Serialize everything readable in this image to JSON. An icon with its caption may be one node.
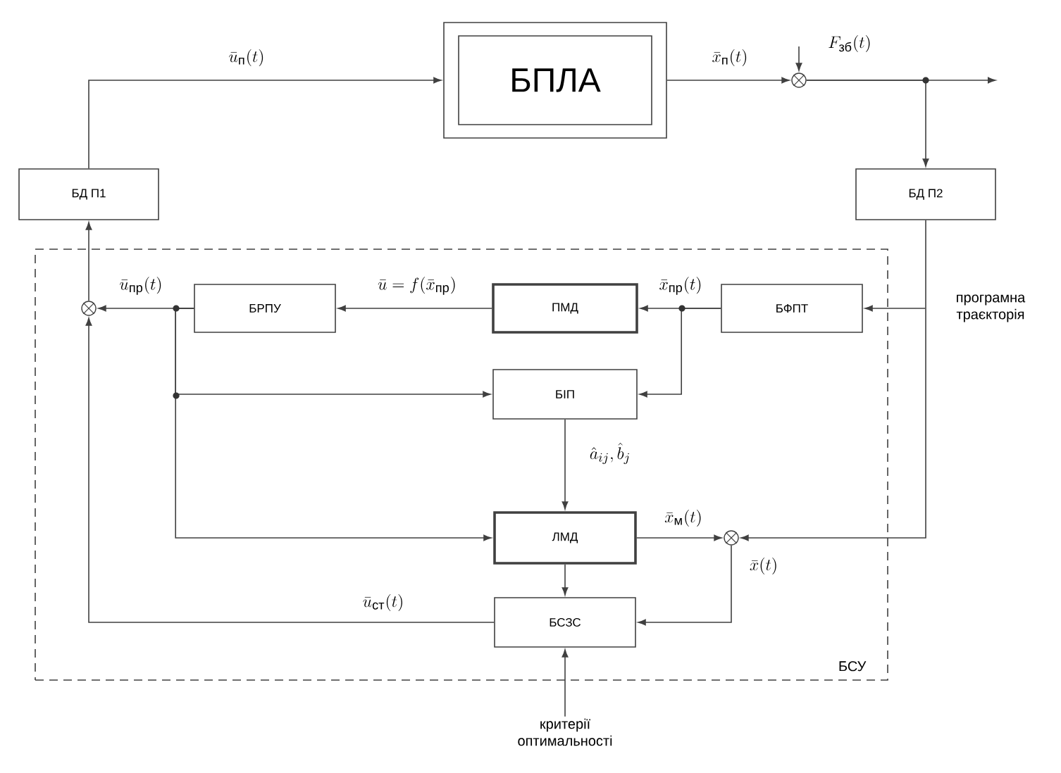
{
  "diagram": {
    "nodes": [
      {
        "text": [
          "БПЛА"
        ]
      },
      {
        "text": [
          "БД П1"
        ]
      },
      {
        "text": [
          "БД П2"
        ]
      },
      {
        "text": [
          "БСУ"
        ]
      },
      {
        "text": [
          "БРПУ"
        ],
        "in": 3
      },
      {
        "text": [
          "ПМД"
        ],
        "in": 3
      },
      {
        "text": [
          "БФПТ"
        ],
        "in": 3
      },
      {
        "text": [
          "БІП"
        ],
        "in": 3
      },
      {
        "text": [
          "ЛМД"
        ],
        "in": 3
      },
      {
        "text": [
          "БСЗС"
        ],
        "in": 3
      },
      {
        "text": [],
        "shape": "circle"
      },
      {
        "text": [],
        "shape": "circle",
        "in": 3
      },
      {
        "text": [],
        "shape": "circle",
        "in": 3
      },
      {
        "text": [
          "програмна траєкторія"
        ]
      },
      {
        "text": [
          "критерії оптимальності"
        ]
      }
    ],
    "edges": [
      {
        "from": 1,
        "to": 0,
        "arrow": "to",
        "label": "\\bar{u}_{\\text{п}}(t)"
      },
      {
        "from": 0,
        "to": 10,
        "arrow": "to",
        "label": "\\bar{x}_{\\text{п}}(t)"
      },
      {
        "from": 10,
        "to": null,
        "arrow": "to"
      },
      {
        "from": null,
        "to": 10,
        "arrow": "to",
        "label": "F_{\\text{зб}}(t)"
      },
      {
        "from": 10,
        "to": 2,
        "arrow": "to"
      },
      {
        "from": 2,
        "to": 12,
        "arrow": "to"
      },
      {
        "from": 13,
        "to": 6,
        "arrow": "to"
      },
      {
        "from": 6,
        "to": 5,
        "arrow": "to",
        "label": "\\bar{x}_{\\text{пр}}(t)"
      },
      {
        "from": 6,
        "to": 7,
        "arrow": "to"
      },
      {
        "from": 5,
        "to": 4,
        "arrow": "to",
        "label": "\\bar{u} = f(\\bar{x}_{\\text{пр}})"
      },
      {
        "from": 4,
        "to": 11,
        "arrow": "to",
        "label": "\\bar{u}_{\\text{пр}}(t)"
      },
      {
        "from": 4,
        "to": 7,
        "arrow": "to"
      },
      {
        "from": 4,
        "to": 8,
        "arrow": "to"
      },
      {
        "from": 7,
        "to": 8,
        "arrow": "to",
        "label": "\\hat{a}_{ij}, \\hat{b}_j"
      },
      {
        "from": 8,
        "to": 12,
        "arrow": "to",
        "label": "\\bar{x}_{\\text{м}}(t)"
      },
      {
        "from": 8,
        "to": 9,
        "arrow": "to"
      },
      {
        "from": 12,
        "to": 9,
        "arrow": "to",
        "label": "\\bar{x}(t)"
      },
      {
        "from": 9,
        "to": 11,
        "arrow": "to",
        "label": "\\bar{u}_{\\text{ст}}(t)"
      },
      {
        "from": 11,
        "to": 1,
        "arrow": "to"
      },
      {
        "from": 14,
        "to": 9,
        "arrow": "to"
      }
    ]
  }
}
